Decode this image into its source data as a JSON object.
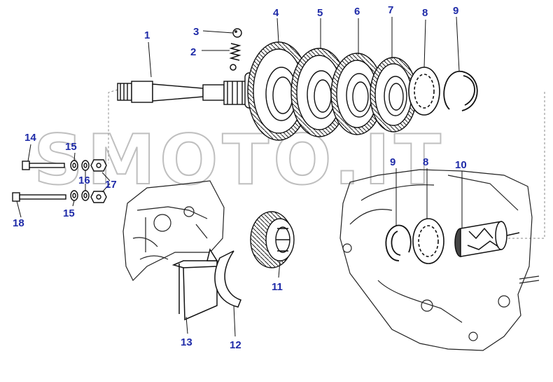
{
  "diagram": {
    "callouts": [
      {
        "id": "c1",
        "label": "1"
      },
      {
        "id": "c2",
        "label": "2"
      },
      {
        "id": "c3",
        "label": "3"
      },
      {
        "id": "c4",
        "label": "4"
      },
      {
        "id": "c5",
        "label": "5"
      },
      {
        "id": "c6",
        "label": "6"
      },
      {
        "id": "c7",
        "label": "7"
      },
      {
        "id": "c8a",
        "label": "8"
      },
      {
        "id": "c9a",
        "label": "9"
      },
      {
        "id": "c9b",
        "label": "9"
      },
      {
        "id": "c8b",
        "label": "8"
      },
      {
        "id": "c10",
        "label": "10"
      },
      {
        "id": "c11",
        "label": "11"
      },
      {
        "id": "c12",
        "label": "12"
      },
      {
        "id": "c13",
        "label": "13"
      },
      {
        "id": "c14",
        "label": "14"
      },
      {
        "id": "c15a",
        "label": "15"
      },
      {
        "id": "c15b",
        "label": "15"
      },
      {
        "id": "c16",
        "label": "16"
      },
      {
        "id": "c17",
        "label": "17"
      },
      {
        "id": "c18",
        "label": "18"
      }
    ],
    "watermark": "SMOTO.IT",
    "colors": {
      "label": "#1f2ba8",
      "line": "#111111",
      "watermark": "#b4b4b4"
    }
  }
}
